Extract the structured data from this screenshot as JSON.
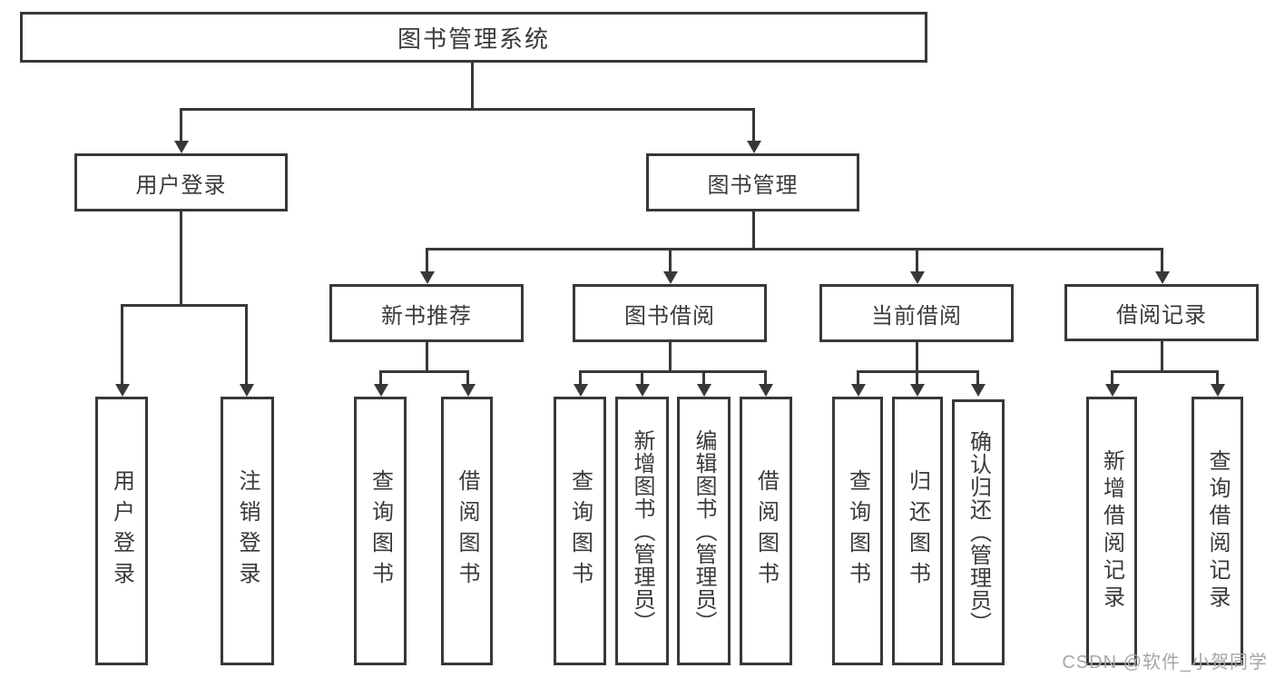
{
  "diagram": {
    "root": "图书管理系统",
    "branches": {
      "user_login": {
        "label": "用户登录",
        "children": {
          "login": "用户登录",
          "logout": "注销登录"
        }
      },
      "book_management": {
        "label": "图书管理",
        "children": {
          "new_book_recommend": {
            "label": "新书推荐",
            "children": {
              "query_books": "查询图书",
              "borrow_books": "借阅图书"
            }
          },
          "book_borrowing": {
            "label": "图书借阅",
            "children": {
              "query_books": "查询图书",
              "add_books": "新增图书（管理员）",
              "edit_books": "编辑图书（管理员）",
              "borrow_books": "借阅图书"
            }
          },
          "current_borrowing": {
            "label": "当前借阅",
            "children": {
              "query_books": "查询图书",
              "return_books": "归还图书",
              "confirm_return": "确认归还（管理员）"
            }
          },
          "borrowing_records": {
            "label": "借阅记录",
            "children": {
              "add_record": "新增借阅记录",
              "query_record": "查询借阅记录"
            }
          }
        }
      }
    }
  },
  "watermark": "CSDN @软件_小贺同学",
  "colors": {
    "line": "#383838",
    "text": "#3a3a3a",
    "watermark": "#a6a6a6",
    "background": "#ffffff"
  }
}
